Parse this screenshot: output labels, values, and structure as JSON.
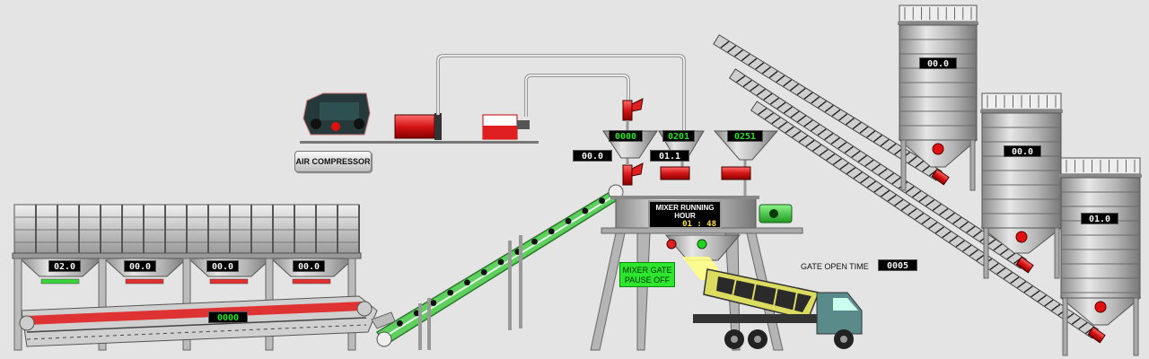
{
  "air_compressor": {
    "button_label": "AIR COMPRESSOR"
  },
  "aggregate_bins": {
    "values": [
      "02.0",
      "00.0",
      "00.0",
      "00.0"
    ],
    "status_colors": [
      "#3ad43a",
      "#e03030",
      "#e03030",
      "#e03030"
    ]
  },
  "belt_conveyor": {
    "counter": "0000"
  },
  "mixer_feeders": {
    "counters": [
      "0000",
      "0201",
      "0251"
    ],
    "weights": [
      "00.0",
      "01.1"
    ]
  },
  "mixer": {
    "panel_title": "MIXER RUNNING HOUR",
    "running_hour": "01 : 48"
  },
  "mixer_gate": {
    "label": "MIXER GATE PAUSE OFF"
  },
  "gate_open": {
    "label": "GATE OPEN TIME",
    "value": "0005"
  },
  "silos": {
    "values": [
      "00.0",
      "00.0",
      "01.0"
    ]
  },
  "colors": {
    "valve_red": "#e02020",
    "conveyor_green": "#5fcf5f",
    "panel_text": "#ffe23a",
    "display_green": "#22e622"
  }
}
